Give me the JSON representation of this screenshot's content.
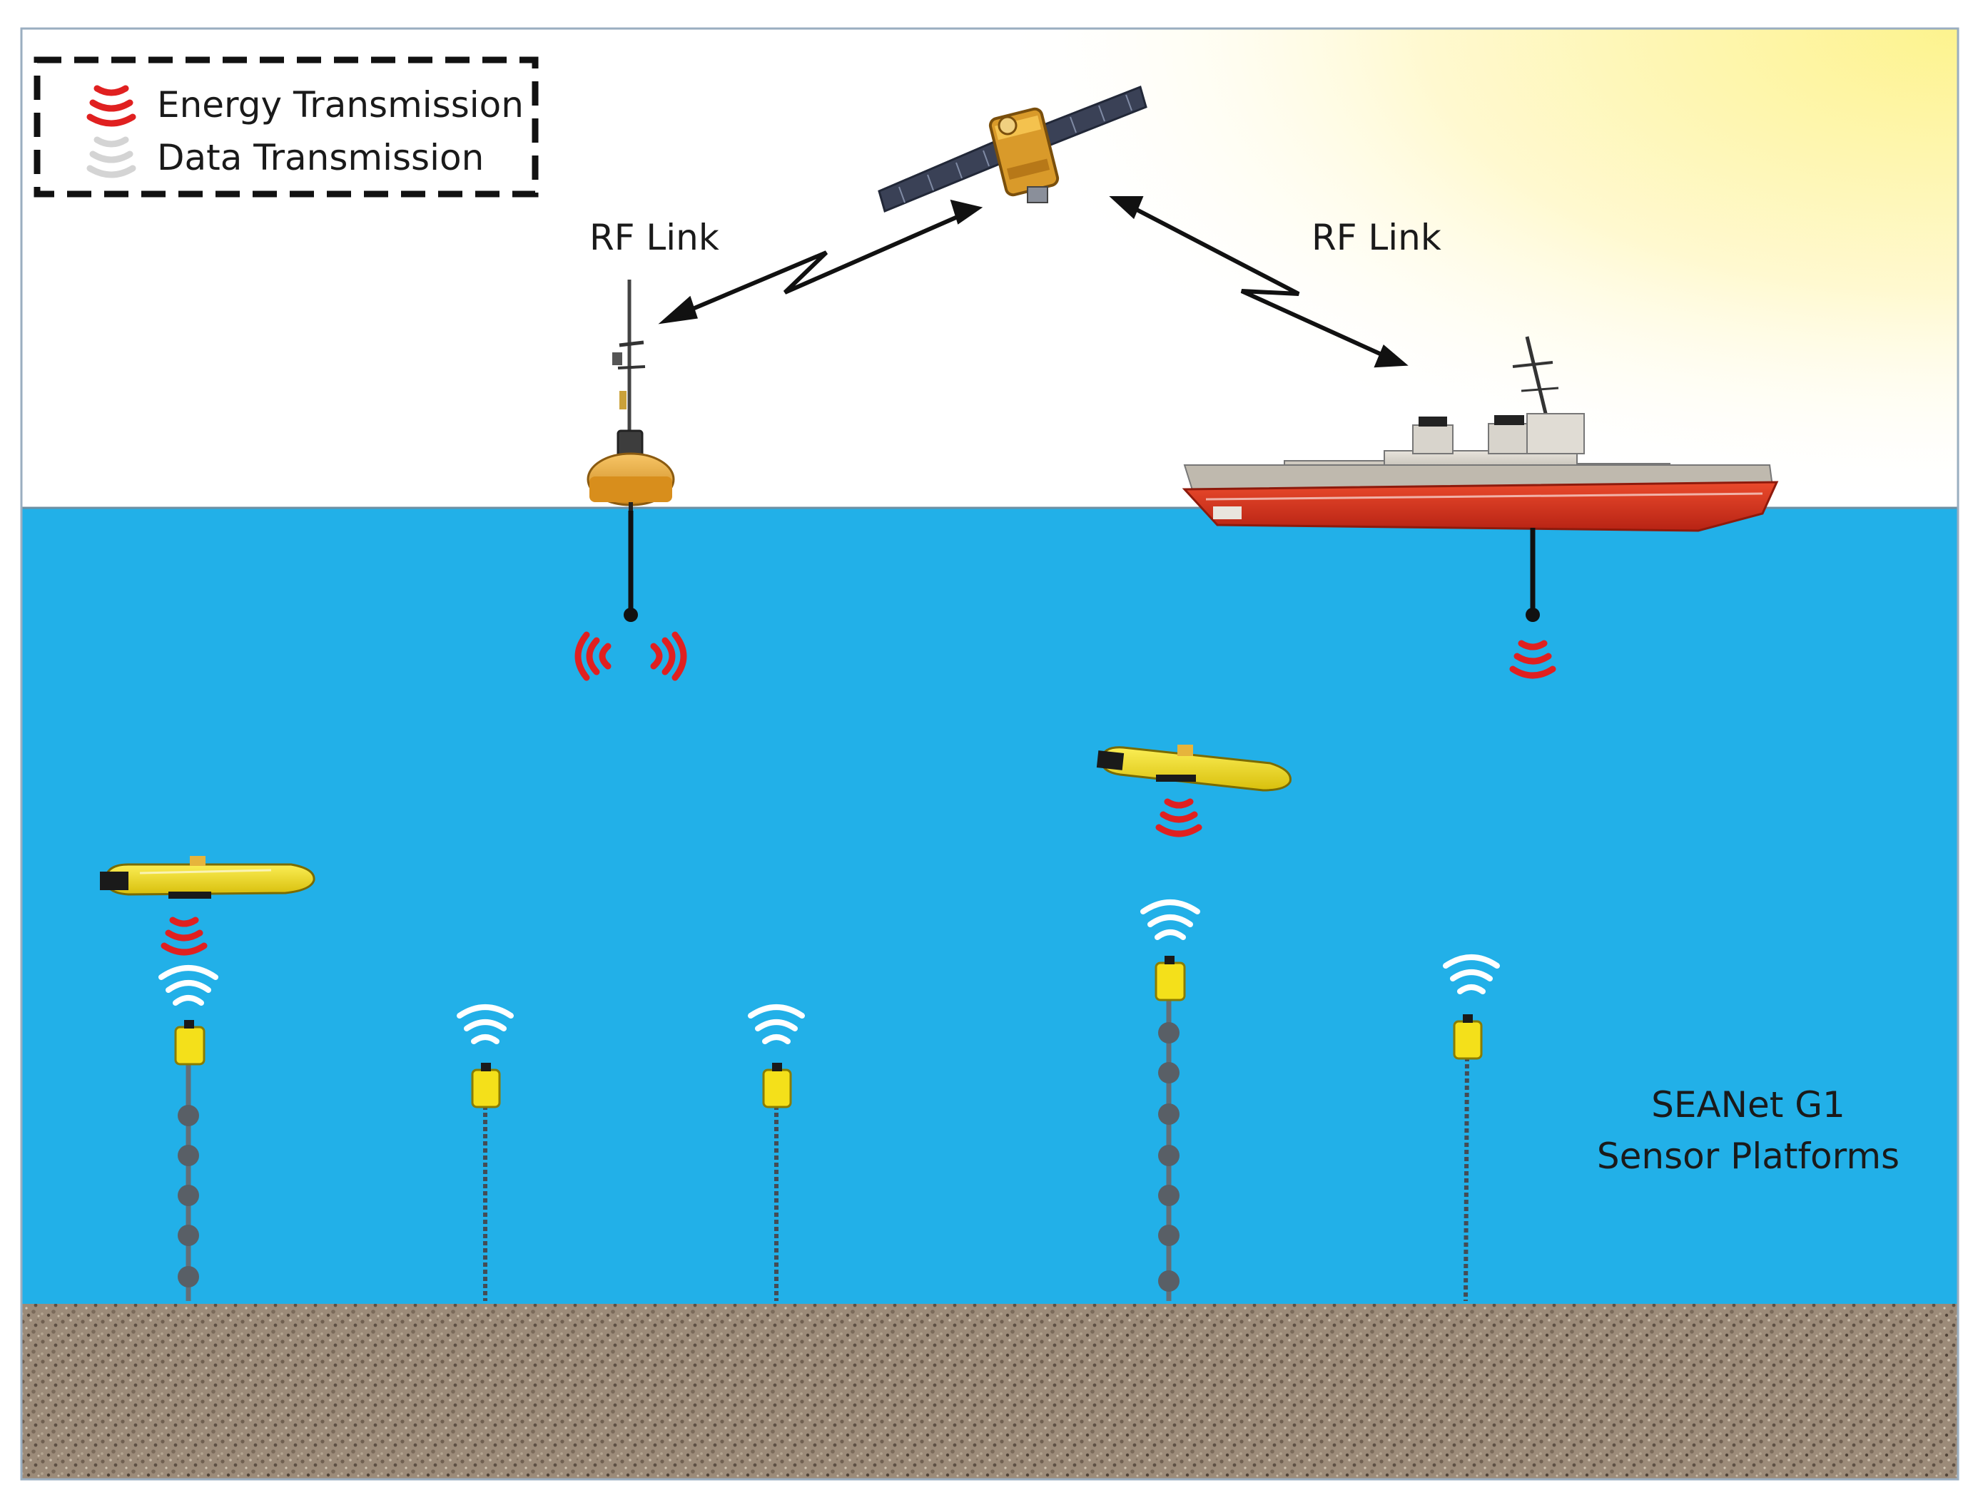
{
  "legend": {
    "energy_label": "Energy Transmission",
    "data_label": "Data Transmission"
  },
  "links": {
    "left_label": "RF Link",
    "right_label": "RF Link"
  },
  "sensor_caption": {
    "line1": "SEANet G1",
    "line2": "Sensor Platforms"
  },
  "colors": {
    "ocean": "#22b0e8",
    "sky": "#ffffff",
    "sun_glow": "#fdf59a",
    "seabed": "#9b8a78",
    "energy_wave": "#e02020",
    "data_wave": "#f4f4f4",
    "vehicle_yellow": "#f4e01a",
    "ship_hull": "#d8321c",
    "buoy": "#e8a630"
  },
  "icons": {
    "satellite": "satellite-icon",
    "buoy": "buoy-icon",
    "ship": "ship-icon",
    "auv": "underwater-vehicle-icon",
    "sensor": "sensor-node-icon"
  }
}
